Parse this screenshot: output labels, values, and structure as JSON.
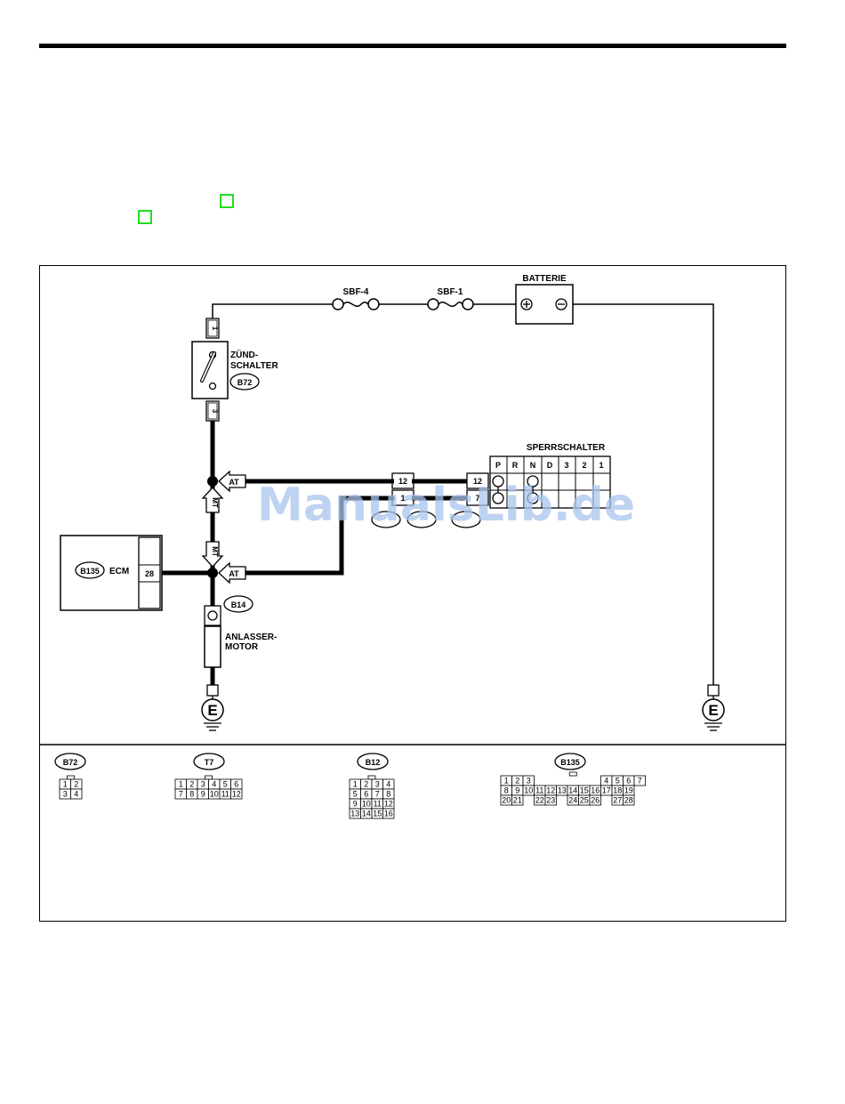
{
  "diagram": {
    "fuses": [
      "SBF-4",
      "SBF-1"
    ],
    "battery": {
      "label": "BATTERIE",
      "plus": "⊕",
      "minus": "⊖"
    },
    "ignition_switch": {
      "line1": "ZÜND-",
      "line2": "SCHALTER",
      "connector": "B72",
      "pin_top": "1",
      "pin_bottom": "3"
    },
    "inhibitor_switch": {
      "label": "SPERRSCHALTER",
      "positions": [
        "P",
        "R",
        "N",
        "D",
        "3",
        "2",
        "1"
      ],
      "pin_a": "12",
      "pin_b": "7"
    },
    "ecm": {
      "label": "ECM",
      "connector": "B135",
      "pin": "28"
    },
    "starter": {
      "line1": "ANLASSER-",
      "line2": "MOTOR",
      "connector": "B14"
    },
    "junction_tags": {
      "at": "AT",
      "mt": "MT"
    },
    "intermediate_connector": {
      "pin_top": "12",
      "pin_bottom": "1"
    },
    "ground_label": "E",
    "watermark": "ManualsLib.de",
    "connector_views": [
      {
        "name": "B72",
        "rows": [
          [
            "1",
            "2"
          ],
          [
            "3",
            "4"
          ]
        ]
      },
      {
        "name": "T7",
        "rows": [
          [
            "1",
            "2",
            "3",
            "4",
            "5",
            "6"
          ],
          [
            "7",
            "8",
            "9",
            "10",
            "11",
            "12"
          ]
        ]
      },
      {
        "name": "B12",
        "rows": [
          [
            "1",
            "2",
            "3",
            "4"
          ],
          [
            "5",
            "6",
            "7",
            "8"
          ],
          [
            "9",
            "10",
            "11",
            "12"
          ],
          [
            "13",
            "14",
            "15",
            "16"
          ]
        ]
      },
      {
        "name": "B135",
        "rows": [
          [
            "1",
            "2",
            "3",
            "",
            "",
            "",
            "",
            "",
            "",
            "4",
            "5",
            "6",
            "7"
          ],
          [
            "8",
            "9",
            "10",
            "11",
            "12",
            "13",
            "14",
            "15",
            "16",
            "17",
            "18",
            "19"
          ],
          [
            "20",
            "21",
            "",
            "22",
            "23",
            "",
            "24",
            "25",
            "26",
            "",
            "27",
            "28"
          ]
        ]
      }
    ]
  }
}
